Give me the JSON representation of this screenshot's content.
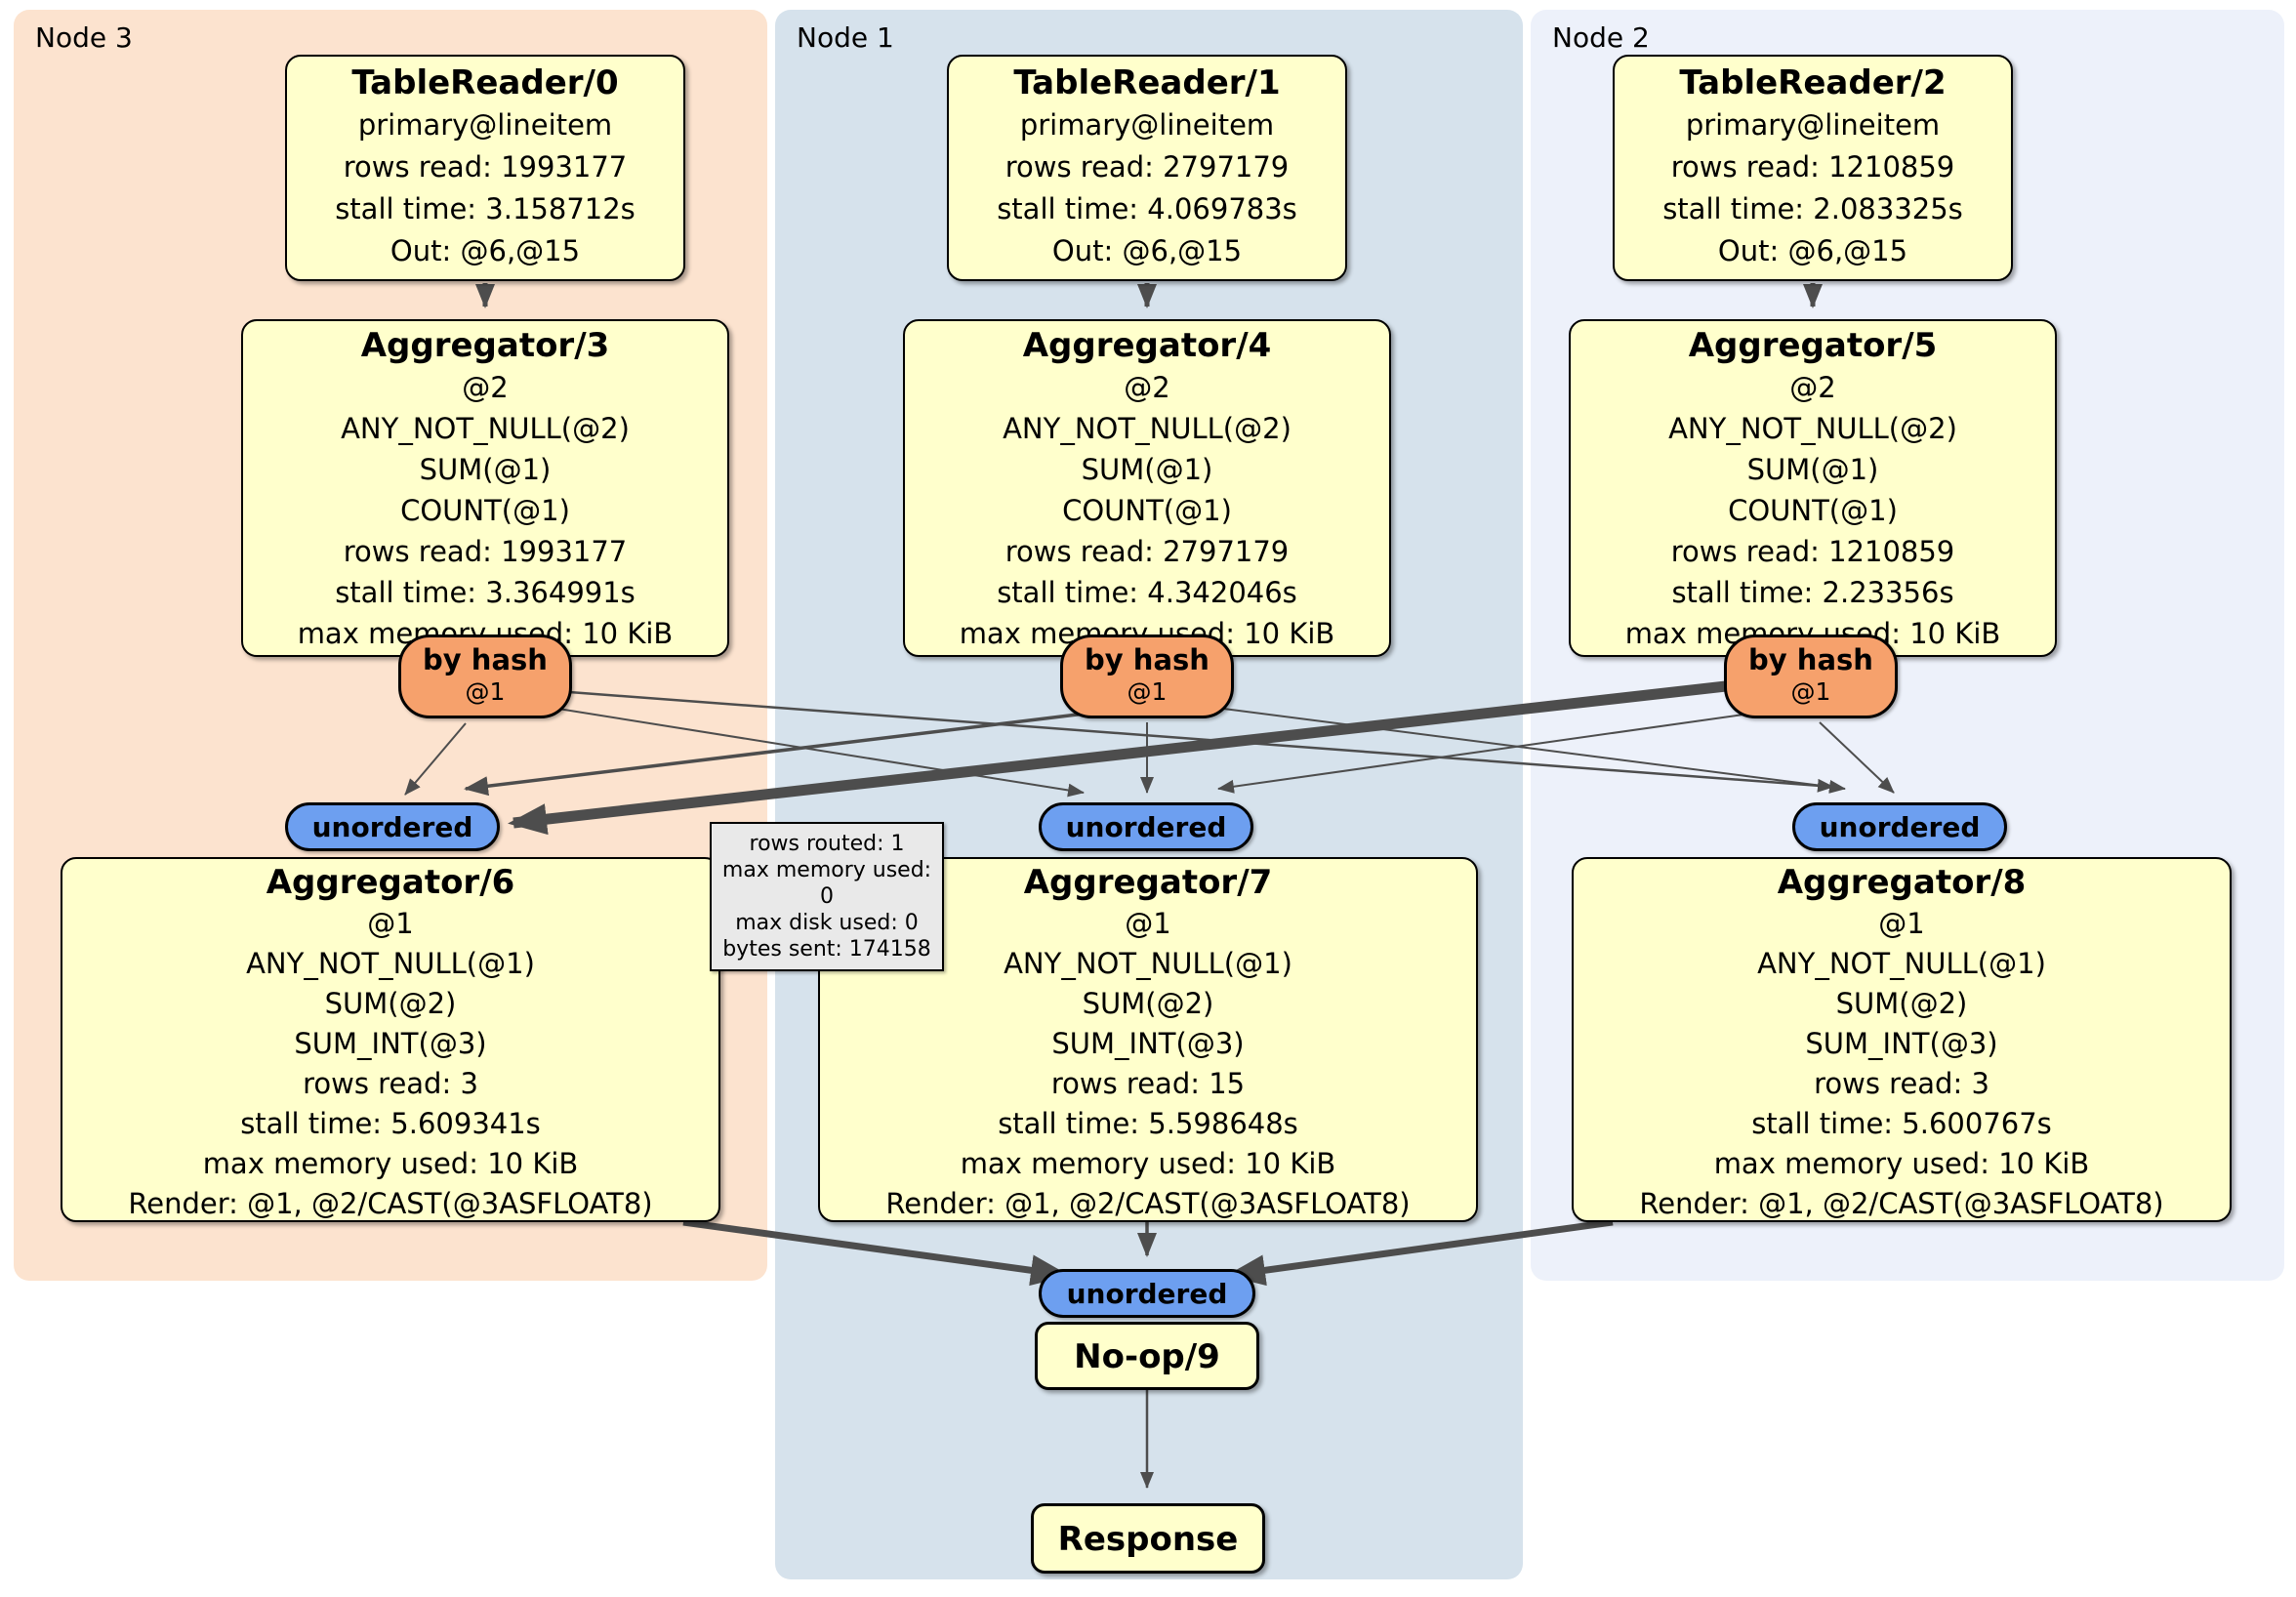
{
  "nodes": [
    {
      "label": "Node 3",
      "table_reader": {
        "title": "TableReader/0",
        "lines": [
          "primary@lineitem",
          "rows read: 1993177",
          "stall time: 3.158712s",
          "Out: @6,@15"
        ]
      },
      "aggregator": {
        "title": "Aggregator/3",
        "lines": [
          "@2",
          "ANY_NOT_NULL(@2)",
          "SUM(@1)",
          "COUNT(@1)",
          "rows read: 1993177",
          "stall time: 3.364991s",
          "max memory used: 10 KiB"
        ]
      },
      "router": {
        "title": "by hash",
        "arg": "@1"
      },
      "stream": {
        "label": "unordered"
      },
      "final_aggregator": {
        "title": "Aggregator/6",
        "lines": [
          "@1",
          "ANY_NOT_NULL(@1)",
          "SUM(@2)",
          "SUM_INT(@3)",
          "rows read: 3",
          "stall time: 5.609341s",
          "max memory used: 10 KiB",
          "Render: @1, @2/CAST(@3ASFLOAT8)"
        ]
      }
    },
    {
      "label": "Node 1",
      "table_reader": {
        "title": "TableReader/1",
        "lines": [
          "primary@lineitem",
          "rows read: 2797179",
          "stall time: 4.069783s",
          "Out: @6,@15"
        ]
      },
      "aggregator": {
        "title": "Aggregator/4",
        "lines": [
          "@2",
          "ANY_NOT_NULL(@2)",
          "SUM(@1)",
          "COUNT(@1)",
          "rows read: 2797179",
          "stall time: 4.342046s",
          "max memory used: 10 KiB"
        ]
      },
      "router": {
        "title": "by hash",
        "arg": "@1"
      },
      "stream": {
        "label": "unordered"
      },
      "final_aggregator": {
        "title": "Aggregator/7",
        "lines": [
          "@1",
          "ANY_NOT_NULL(@1)",
          "SUM(@2)",
          "SUM_INT(@3)",
          "rows read: 15",
          "stall time: 5.598648s",
          "max memory used: 10 KiB",
          "Render: @1, @2/CAST(@3ASFLOAT8)"
        ]
      }
    },
    {
      "label": "Node 2",
      "table_reader": {
        "title": "TableReader/2",
        "lines": [
          "primary@lineitem",
          "rows read: 1210859",
          "stall time: 2.083325s",
          "Out: @6,@15"
        ]
      },
      "aggregator": {
        "title": "Aggregator/5",
        "lines": [
          "@2",
          "ANY_NOT_NULL(@2)",
          "SUM(@1)",
          "COUNT(@1)",
          "rows read: 1210859",
          "stall time: 2.23356s",
          "max memory used: 10 KiB"
        ]
      },
      "router": {
        "title": "by hash",
        "arg": "@1"
      },
      "stream": {
        "label": "unordered"
      },
      "final_aggregator": {
        "title": "Aggregator/8",
        "lines": [
          "@1",
          "ANY_NOT_NULL(@1)",
          "SUM(@2)",
          "SUM_INT(@3)",
          "rows read: 3",
          "stall time: 5.600767s",
          "max memory used: 10 KiB",
          "Render: @1, @2/CAST(@3ASFLOAT8)"
        ]
      }
    }
  ],
  "tooltip": {
    "lines": [
      "rows routed: 1",
      "max memory used: 0",
      "max disk used: 0",
      "bytes sent: 174158"
    ]
  },
  "sink": {
    "stream_label": "unordered",
    "noop_title": "No-op/9",
    "response_title": "Response"
  },
  "colors": {
    "node3_bg": "#fce3cf",
    "node1_bg": "#d6e2ec",
    "node2_bg": "#edf1fa",
    "operator_box_bg": "#ffffcc",
    "hash_router_bg": "#f6a16c",
    "stream_pill_bg": "#6d9ff0",
    "edge": "#4d4d4d",
    "tooltip_bg": "#e9e9e9"
  }
}
